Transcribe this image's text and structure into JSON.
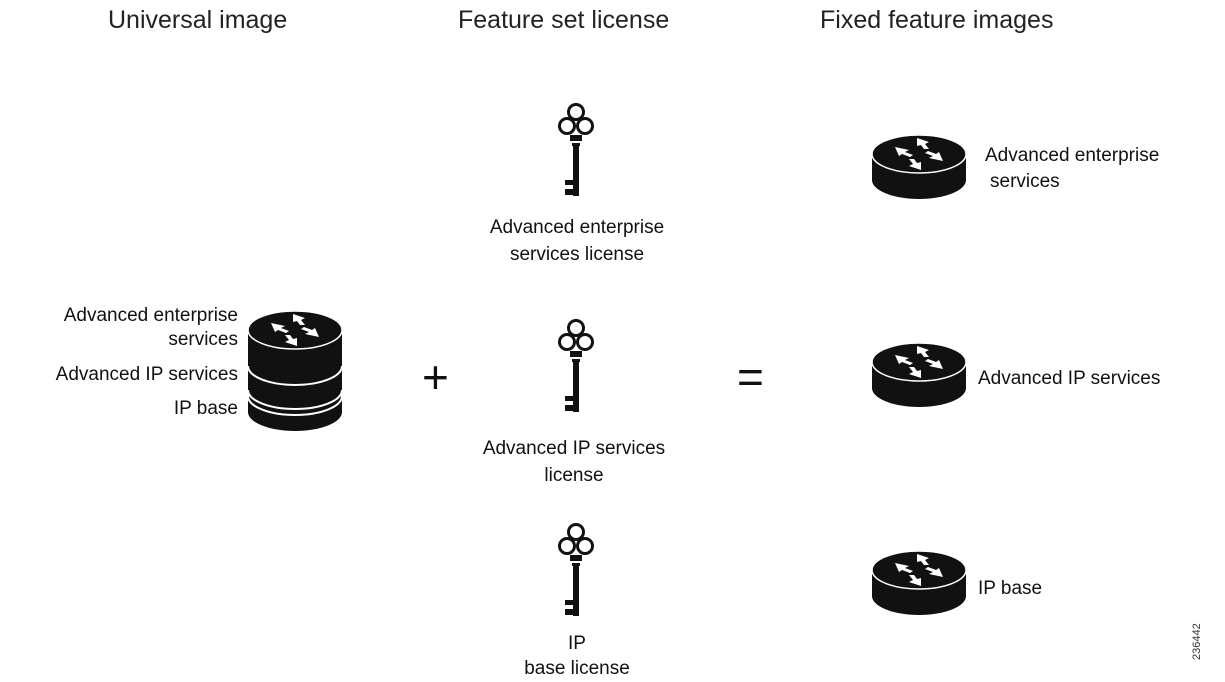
{
  "headers": {
    "universal": "Universal image",
    "feature_set": "Feature set license",
    "fixed": "Fixed feature images"
  },
  "universal_image": {
    "layers": [
      "Advanced enterprise",
      "services",
      "Advanced IP services",
      "IP base"
    ]
  },
  "operators": {
    "plus": "+",
    "equals": "="
  },
  "licenses": [
    {
      "line1": "Advanced enterprise",
      "line2": "services license",
      "icon": "key-icon"
    },
    {
      "line1": "Advanced IP services",
      "line2": "license",
      "icon": "key-icon"
    },
    {
      "line1": "IP",
      "line2": "base license",
      "icon": "key-icon"
    }
  ],
  "fixed_images": [
    {
      "line1": "Advanced enterprise",
      "line2": "services",
      "icon": "router-icon"
    },
    {
      "line1": "Advanced IP services",
      "icon": "router-icon"
    },
    {
      "line1": "IP base",
      "icon": "router-icon"
    }
  ],
  "figure_id": "236442",
  "colors": {
    "icon": "#111111",
    "arrow": "#ffffff",
    "background": "#ffffff"
  }
}
